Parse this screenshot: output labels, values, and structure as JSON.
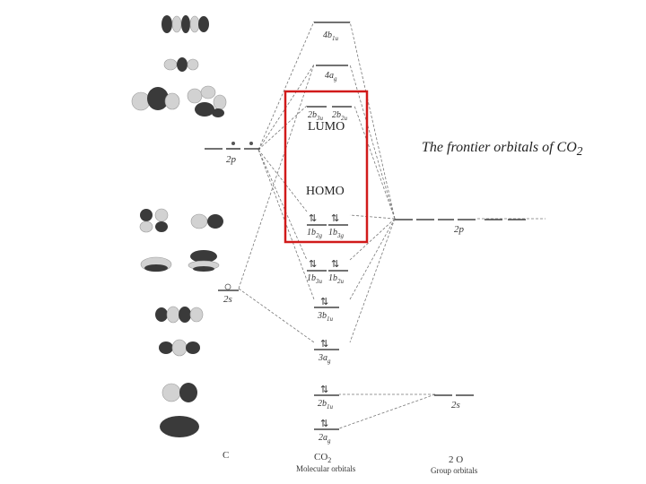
{
  "caption": {
    "main": "The frontier orbitals of CO",
    "subscript": "2"
  },
  "frontier": {
    "lumo_label": "LUMO",
    "homo_label": "HOMO",
    "box_color": "#d11a1a"
  },
  "columns": {
    "left_atom": "C",
    "center_molecule": "CO",
    "center_molecule_sub": "2",
    "center_caption": "Molecular orbitals",
    "right_group": "2 O",
    "right_caption": "Group orbitals"
  },
  "carbon_levels": {
    "p": "2p",
    "s": "2s"
  },
  "oxygen_levels": {
    "p": "2p",
    "s": "2s"
  },
  "mo_levels": [
    {
      "name": "4b1u",
      "label": "4b",
      "sub": "1u"
    },
    {
      "name": "4ag",
      "label": "4a",
      "sub": "g"
    },
    {
      "name": "2b3u",
      "label": "2b",
      "sub": "3u"
    },
    {
      "name": "2b2u",
      "label": "2b",
      "sub": "2u"
    },
    {
      "name": "1b2g",
      "label": "1b",
      "sub": "2g"
    },
    {
      "name": "1b3g",
      "label": "1b",
      "sub": "3g"
    },
    {
      "name": "1b3u",
      "label": "1b",
      "sub": "3u"
    },
    {
      "name": "1b2u",
      "label": "1b",
      "sub": "2u"
    },
    {
      "name": "3b1u",
      "label": "3b",
      "sub": "1u"
    },
    {
      "name": "3ag",
      "label": "3a",
      "sub": "g"
    },
    {
      "name": "2b1u",
      "label": "2b",
      "sub": "1u"
    },
    {
      "name": "2ag",
      "label": "2a",
      "sub": "g"
    }
  ],
  "electron_pair": "⇅",
  "colors": {
    "lines": "#777777",
    "levels": "#444444",
    "orbital_dark": "#3a3a3a",
    "orbital_light": "#d2d2d2"
  }
}
